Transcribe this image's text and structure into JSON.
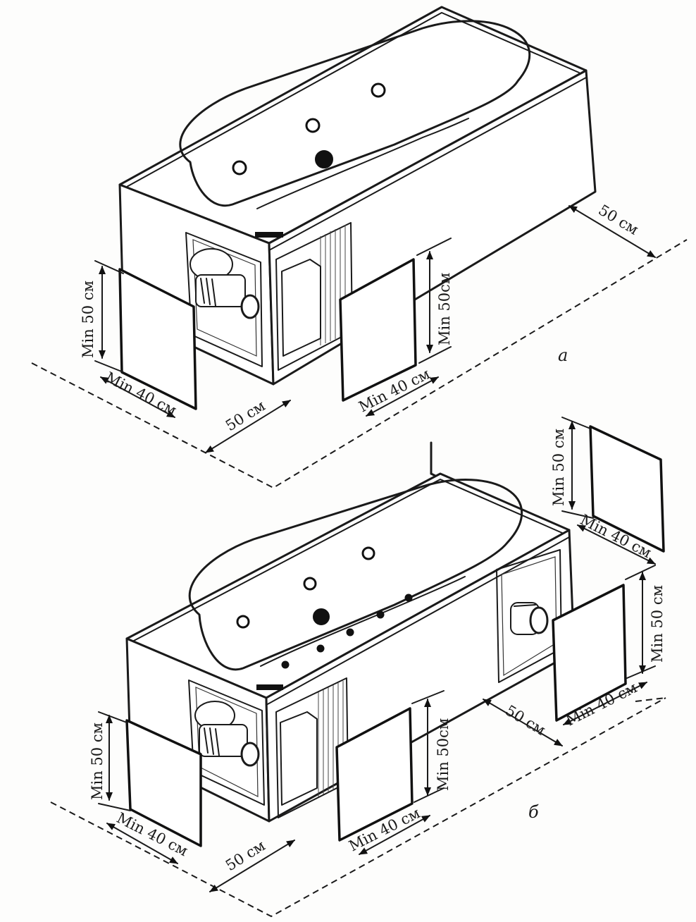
{
  "figure": {
    "a": {
      "label": "а",
      "dims": {
        "left_panel_height": "Min 50 см",
        "left_panel_width": "Min 40 см",
        "front_gap": "50 см",
        "right_panel_height": "Min 50см",
        "right_panel_width": "Min 40 см",
        "back_gap": "50 см"
      }
    },
    "b": {
      "label": "б",
      "dims": {
        "left_panel_height": "Min 50 см",
        "left_panel_width": "Min 40 см",
        "front_gap": "50 см",
        "middle_panel_height": "Min 50см",
        "middle_panel_width": "Min 40 см",
        "end_gap": "50 см",
        "end_panel_height": "Min 50 см",
        "end_panel_width": "Min 40 см",
        "top_panel_height": "Min 50 см",
        "top_panel_width": "Min 40 см"
      }
    }
  }
}
